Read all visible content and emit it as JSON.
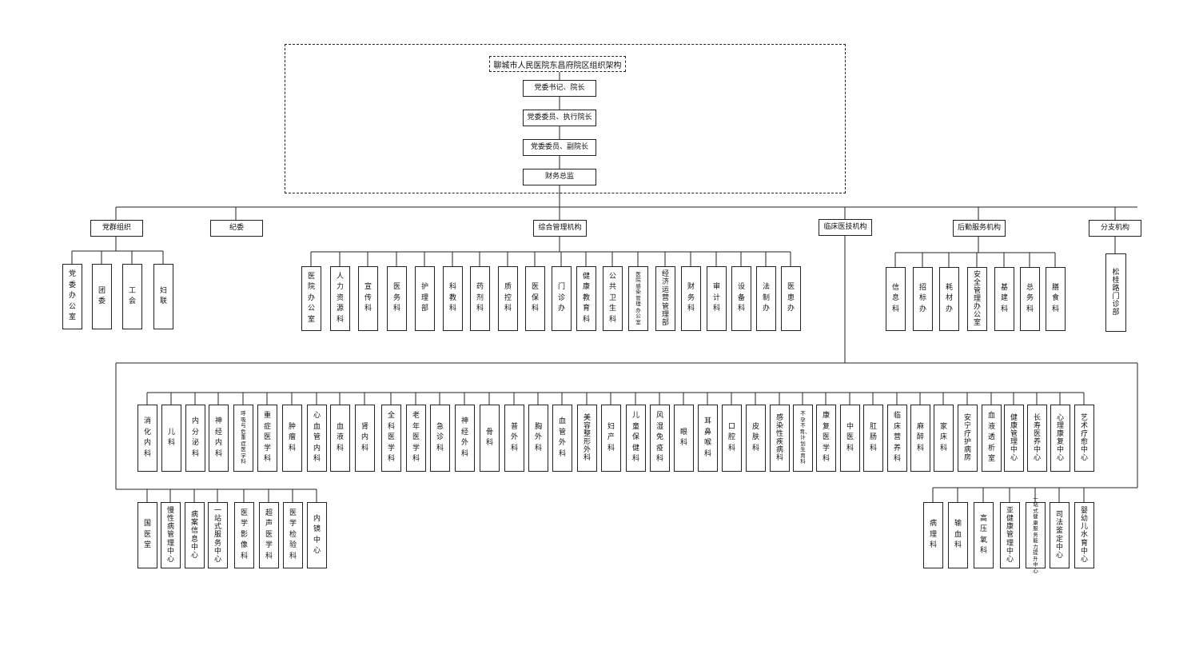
{
  "title": "聊城市人民医院东昌府院区组织架构",
  "leadership": [
    "党委书记、院长",
    "党委委员、执行院长",
    "党委委员、副院长",
    "财务总监"
  ],
  "categories": {
    "party_groups": "党群组织",
    "discipline": "纪委",
    "management": "综合管理机构",
    "clinical": "临床医技机构",
    "logistics": "后勤服务机构",
    "branch": "分支机构"
  },
  "party_groups_items": [
    "党委办公室",
    "团委",
    "工会",
    "妇联"
  ],
  "management_items": [
    "医院办公室",
    "人力资源科",
    "宣传科",
    "医务科",
    "护理部",
    "科教科",
    "药剂科",
    "质控科",
    "医保科",
    "门诊办",
    "健康教育科",
    "公共卫生科",
    "医院感染管理办公室",
    "经济运营管理部",
    "财务科",
    "审计科",
    "设备科",
    "法制办",
    "医患办"
  ],
  "logistics_items": [
    "信息科",
    "招标办",
    "耗材办",
    "安全管理办公室",
    "基建科",
    "总务科",
    "膳食科"
  ],
  "branch_items": [
    "松桂路门诊部"
  ],
  "clinical_items": [
    "消化内科",
    "儿科",
    "内分泌科",
    "神经内科",
    "呼吸与危重症医学科",
    "重症医学科",
    "肿瘤科",
    "心血管内科",
    "血液科",
    "肾内科",
    "全科医学科",
    "老年医学科",
    "急诊科",
    "神经外科",
    "骨科",
    "普外科",
    "胸外科",
    "血管外科",
    "美容整形外科",
    "妇产科",
    "儿童保健科",
    "风湿免疫科",
    "眼科",
    "耳鼻喉科",
    "口腔科",
    "皮肤科",
    "感染性疾病科",
    "不孕不育、计划生育科",
    "康复医学科",
    "中医科",
    "肛肠科",
    "临床营养科",
    "麻醉科",
    "家床科",
    "安宁疗护病房",
    "血液透析室",
    "健康管理中心",
    "长寿医养中心",
    "心理康复中心",
    "艺术疗愈中心"
  ],
  "clinical_left_items": [
    "国医堂",
    "慢性病管理中心",
    "病案信息中心",
    "一站式服务中心",
    "医学影像科",
    "超声医学科",
    "医学检验科",
    "内镜中心"
  ],
  "clinical_right_items": [
    "病理科",
    "输血科",
    "高压氧科",
    "亚健康管理中心",
    "一站式健康服务能力提升中心",
    "司法鉴定中心",
    "婴幼儿水育中心"
  ]
}
